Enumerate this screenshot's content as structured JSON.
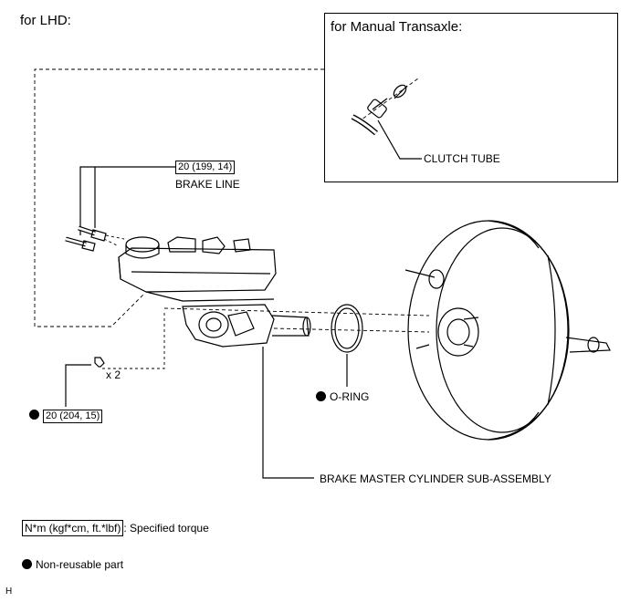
{
  "header": {
    "variant": "for LHD:"
  },
  "inset": {
    "title": "for Manual Transaxle:",
    "clutch_tube": "CLUTCH TUBE"
  },
  "parts": {
    "brake_line_torque": "20 (199, 14)",
    "brake_line": "BRAKE LINE",
    "nut_qty": "x 2",
    "nut_torque": "20 (204, 15)",
    "o_ring": "O-RING",
    "master_cylinder": "BRAKE MASTER CYLINDER SUB-ASSEMBLY"
  },
  "legend": {
    "torque_unit": "N*m (kgf*cm, ft.*lbf)",
    "torque_desc": ": Specified torque",
    "non_reusable": "Non-reusable part"
  },
  "footer": {
    "code": "H"
  }
}
